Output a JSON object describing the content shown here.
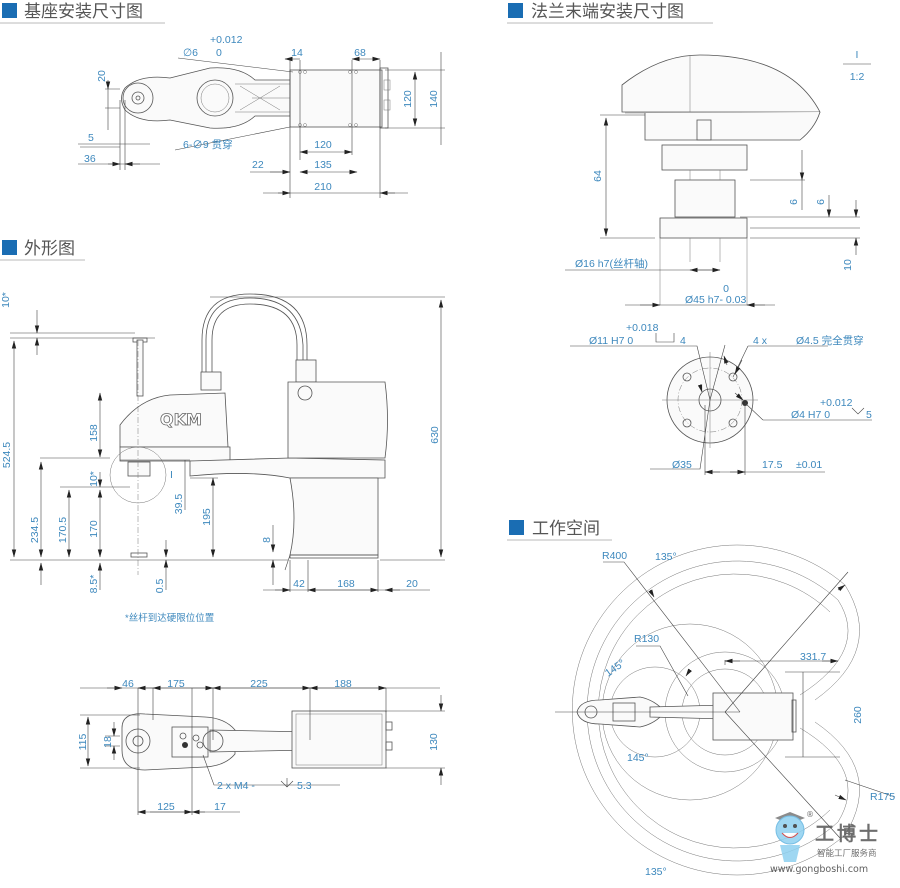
{
  "colors": {
    "accent": "#1a6db3",
    "dimension_text": "#3d88bd",
    "line": "#555555"
  },
  "sections": {
    "base_mount": "基座安装尺寸图",
    "flange": "法兰末端安装尺寸图",
    "outline": "外形图",
    "workspace": "工作空间"
  },
  "base_mount": {
    "pin_tol_upper": "+0.012",
    "pin_dia": "∅6",
    "pin_tol_lower": "0",
    "d14": "14",
    "d68": "68",
    "d20": "20",
    "d120v": "120",
    "d140": "140",
    "d5": "5",
    "d36": "36",
    "holes": "6-∅9 贯穿",
    "d22": "22",
    "d120h": "120",
    "d135": "135",
    "d210": "210"
  },
  "flange": {
    "detail_label": "I",
    "scale": "1:2",
    "d64": "64",
    "d6a": "6",
    "d6b": "6",
    "d10": "10",
    "shaft": "Ø16 h7(丝杆轴)",
    "d45_tol": "0",
    "d45": "Ø45 h7- 0.03",
    "bore_tol": "+0.018",
    "bore": "Ø11 H7  0",
    "bore_depth": "4",
    "holes_count": "4 x",
    "holes": "Ø4.5 完全贯穿",
    "pin_tol": "+0.012",
    "pin": "Ø4 H7  0",
    "pin_depth": "5",
    "pcd": "Ø35",
    "offset": "17.5",
    "offset_tol": "±0.01"
  },
  "outline": {
    "logo": "QKM",
    "d10_top": "10*",
    "d524_5": "524.5",
    "d158": "158",
    "d10_mid": "10*",
    "d234_5": "234.5",
    "d170_5": "170.5",
    "d170": "170",
    "d8_5": "8.5*",
    "d0_5": "0.5",
    "d39_5": "39.5",
    "d195": "195",
    "d8": "8",
    "d630": "630",
    "d42": "42",
    "d168": "168",
    "d20": "20",
    "detail_label": "I",
    "note": "*丝杆到达硬限位位置"
  },
  "top_view": {
    "d46": "46",
    "d175": "175",
    "d225": "225",
    "d188": "188",
    "d115": "115",
    "d18": "18",
    "d130": "130",
    "thread": "2 x M4 -",
    "thread_depth": "5.3",
    "d125": "125",
    "d17": "17"
  },
  "workspace": {
    "r400": "R400",
    "a135_top": "135°",
    "r130": "R130",
    "a145_top": "145°",
    "d331_7": "331.7",
    "d260": "260",
    "a145_bottom": "145°",
    "r175": "R175",
    "a135_bottom": "135°"
  },
  "watermark": {
    "brand": "工博士",
    "tagline": "智能工厂服务商",
    "url": "www.gongboshi.com",
    "reg": "®"
  }
}
